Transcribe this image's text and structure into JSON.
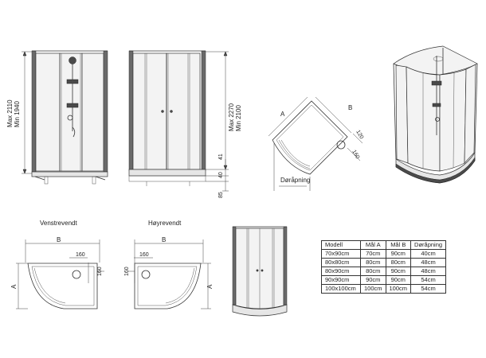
{
  "front_view": {
    "height_max": "Max 2110",
    "height_min": "Min 1940"
  },
  "side_view": {
    "height_max": "Max 2270",
    "height_min": "Min 2100",
    "dim_41": "41",
    "dim_40": "40",
    "dim_85": "85"
  },
  "top_view": {
    "label_a": "A",
    "label_b": "B",
    "dim_120": "120",
    "dim_160": "160",
    "door_opening": "Døråpning"
  },
  "left_variant": {
    "title": "Venstrevendt",
    "label_b": "B",
    "label_a": "A",
    "dim_top": "160",
    "dim_side": "160"
  },
  "right_variant": {
    "title": "Høyrevendt",
    "label_b": "B",
    "label_a": "A",
    "dim_top": "160",
    "dim_side": "160"
  },
  "spec_table": {
    "headers": [
      "Modell",
      "Mål A",
      "Mål B",
      "Døråpning"
    ],
    "rows": [
      [
        "70x90cm",
        "70cm",
        "90cm",
        "40cm"
      ],
      [
        "80x80cm",
        "80cm",
        "80cm",
        "48cm"
      ],
      [
        "80x90cm",
        "80cm",
        "90cm",
        "48cm"
      ],
      [
        "90x90cm",
        "90cm",
        "90cm",
        "54cm"
      ],
      [
        "100x100cm",
        "100cm",
        "100cm",
        "54cm"
      ]
    ]
  }
}
